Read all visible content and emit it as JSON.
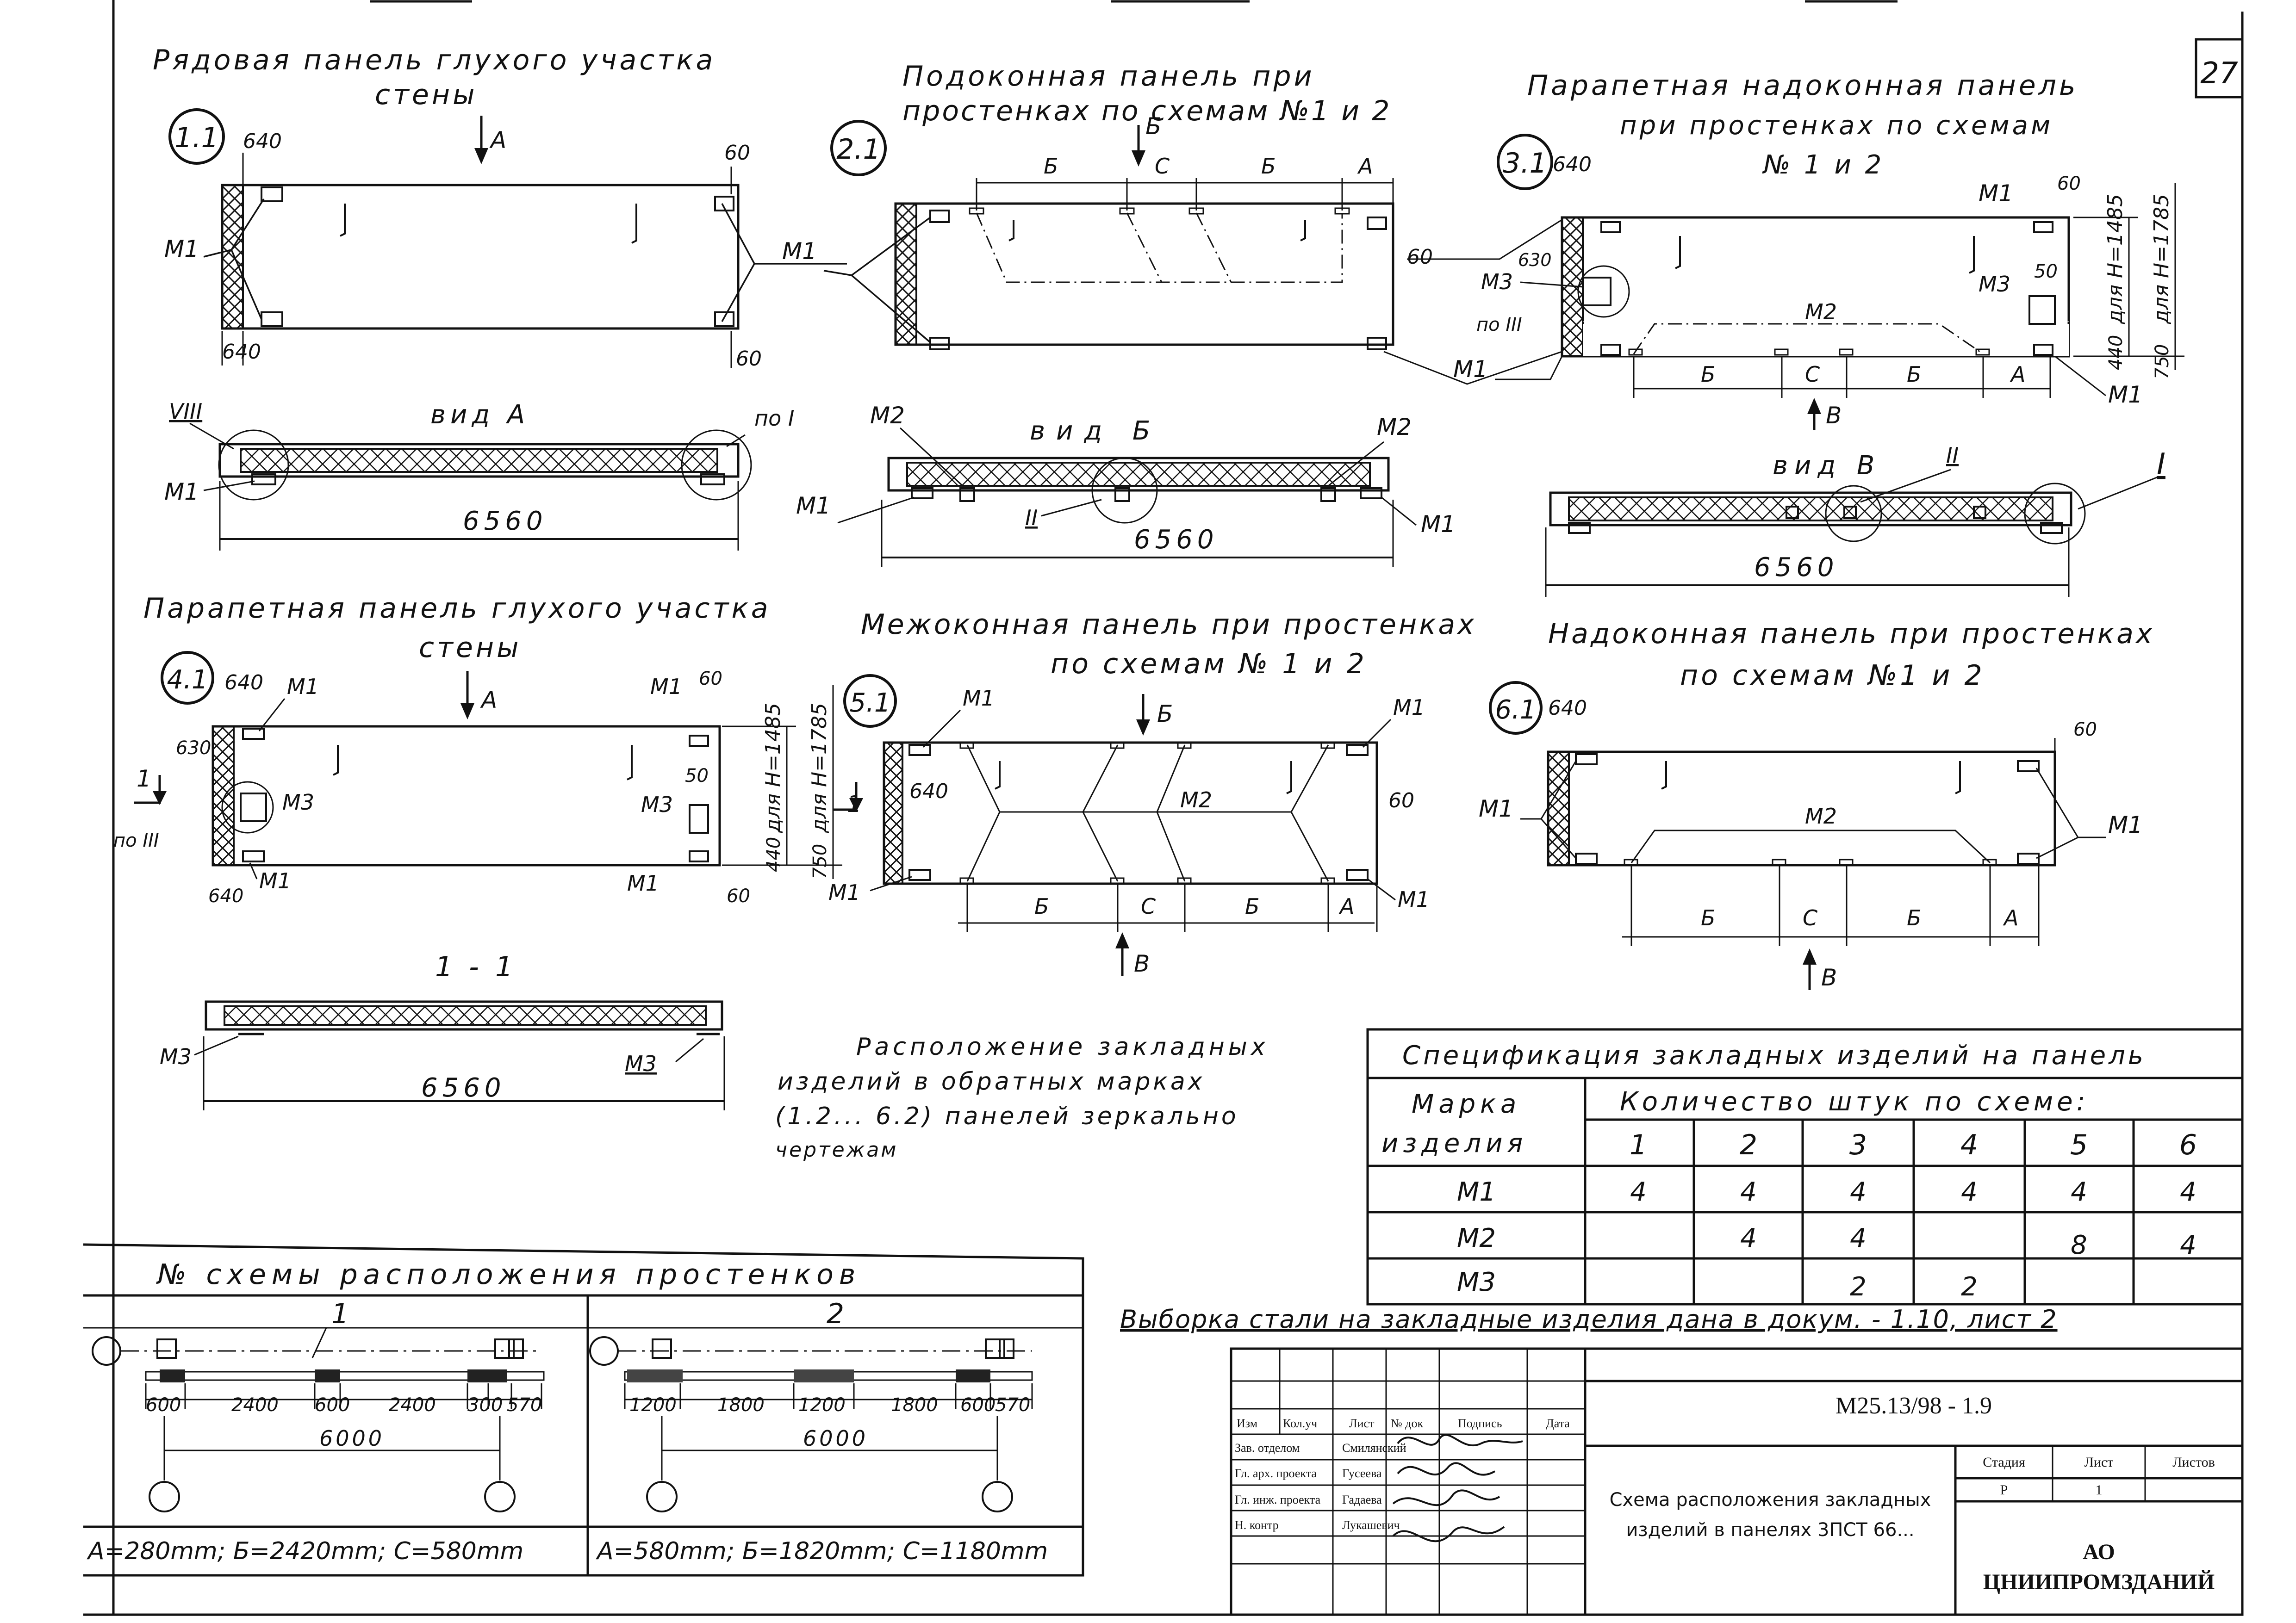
{
  "sheet_number": "27",
  "panels": [
    {
      "id": "1.1",
      "title_lines": [
        "Рядовая панель глухого участка",
        "стены"
      ]
    },
    {
      "id": "2.1",
      "title_lines": [
        "Подоконная панель при",
        "простенках по схемам №1 и 2"
      ]
    },
    {
      "id": "3.1",
      "title_lines": [
        "Парапетная надоконная панель",
        "при простенках по схемам",
        "№ 1 и 2"
      ]
    },
    {
      "id": "4.1",
      "title_lines": [
        "Парапетная панель глухого участка",
        "стены"
      ]
    },
    {
      "id": "5.1",
      "title_lines": [
        "Межоконная панель при простенках",
        "по схемам № 1 и 2"
      ]
    },
    {
      "id": "6.1",
      "title_lines": [
        "Надоконная панель при простенках",
        "по схемам №1 и 2"
      ]
    }
  ],
  "labels": {
    "view_a": "вид А",
    "view_b": "вид Б",
    "view_v": "вид В",
    "section_11": "1 - 1",
    "m1": "М1",
    "m2": "М2",
    "m3": "М3",
    "a": "А",
    "b": "Б",
    "c": "С",
    "v": "В",
    "po_i": "по I",
    "po_iii": "по III",
    "viii": "VIII",
    "ii": "II",
    "i": "I",
    "one": "1",
    "h1485": "для Н=1485",
    "h1785": "для Н=1785"
  },
  "dims": {
    "d640": "640",
    "d60": "60",
    "d630": "630",
    "d50": "50",
    "d440": "440",
    "d750": "750",
    "d6560": "6560"
  },
  "note_lines": [
    "Расположение закладных",
    "изделий в обратных марках",
    "(1.2... 6.2) панелей зеркально",
    "чертежам"
  ],
  "spec_table": {
    "title": "Спецификация закладных изделий на панель",
    "col_mark_lines": [
      "Марка",
      "изделия"
    ],
    "col_count": "Количество штук по схеме:",
    "schemes": [
      "1",
      "2",
      "3",
      "4",
      "5",
      "6"
    ],
    "rows": [
      {
        "mark": "М1",
        "values": [
          "4",
          "4",
          "4",
          "4",
          "4",
          "4"
        ]
      },
      {
        "mark": "М2",
        "values": [
          "",
          "4",
          "4",
          "",
          "8",
          "4"
        ]
      },
      {
        "mark": "М3",
        "values": [
          "",
          "",
          "2",
          "2",
          "",
          ""
        ]
      }
    ]
  },
  "steel_note": "Выборка стали на закладные изделия дана в докум. - 1.10, лист 2",
  "schemes_block": {
    "title": "№ схемы расположения простенков",
    "schemes": [
      {
        "number": "1",
        "segments": [
          "600",
          "2400",
          "600",
          "2400",
          "300",
          "570"
        ],
        "total": "6000",
        "legend": "А=280mm; Б=2420mm; С=580mm"
      },
      {
        "number": "2",
        "segments": [
          "1200",
          "1800",
          "1200",
          "1800",
          "600",
          "570"
        ],
        "total": "6000",
        "legend": "А=580mm; Б=1820mm; С=1180mm"
      }
    ]
  },
  "title_block": {
    "code": "M25.13/98 - 1.9",
    "headers": [
      "Изм",
      "Кол.уч",
      "Лист",
      "№ док",
      "Подпись",
      "Дата"
    ],
    "staff": [
      {
        "role": "Зав. отделом",
        "name": "Смилянский"
      },
      {
        "role": "Гл. арх. проекта",
        "name": "Гусеева"
      },
      {
        "role": "Гл. инж. проекта",
        "name": "Гадаева"
      },
      {
        "role": "Н. контр",
        "name": "Лукашевич"
      }
    ],
    "description_lines": [
      "Схема расположения закладных",
      "изделий в панелях 3ПСТ 66..."
    ],
    "stage_headers": [
      "Стадия",
      "Лист",
      "Листов"
    ],
    "stage_values": [
      "Р",
      "1",
      ""
    ],
    "organization_lines": [
      "АО",
      "ЦНИИПРОМЗДАНИЙ"
    ]
  }
}
